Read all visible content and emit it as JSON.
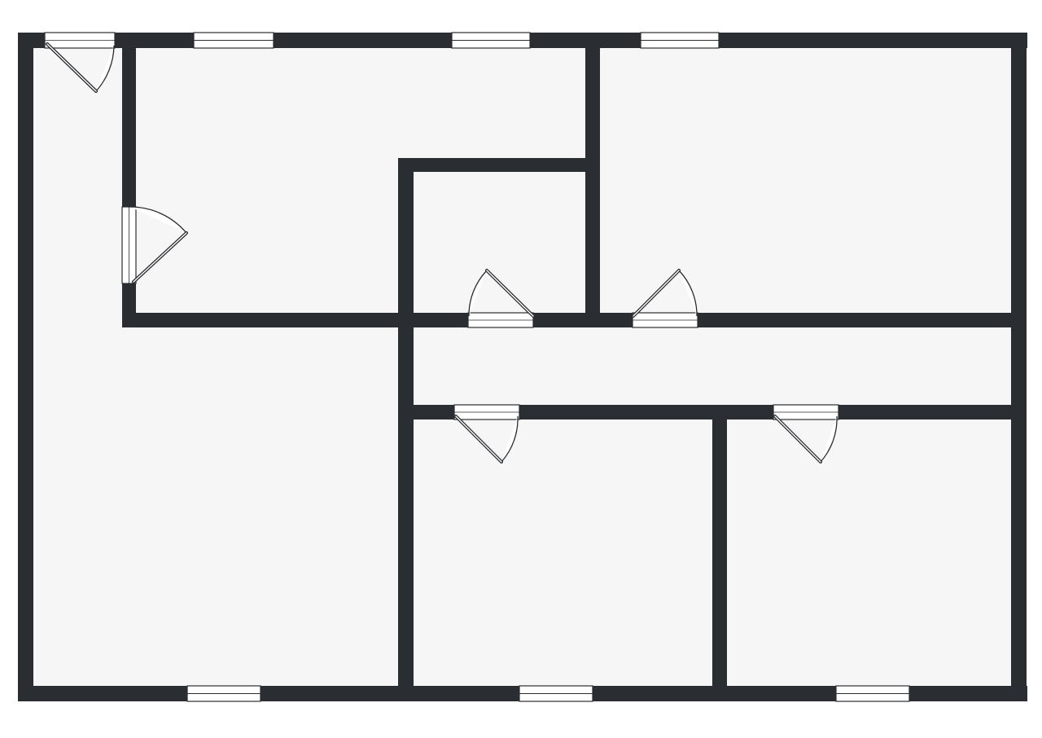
{
  "plan": {
    "colors": {
      "wall": "#2a2d31",
      "floor": "#f6f6f6",
      "background": "#ffffff",
      "opening_fill": "#ffffff",
      "opening_line": "#2a2d31"
    },
    "rooms": [
      {
        "id": "hall-room"
      },
      {
        "id": "top-left-room"
      },
      {
        "id": "closet-room"
      },
      {
        "id": "top-right-room"
      },
      {
        "id": "corridor"
      },
      {
        "id": "bottom-middle-room"
      },
      {
        "id": "bottom-right-room"
      }
    ],
    "windows": [
      {
        "id": "window-top-1"
      },
      {
        "id": "window-top-2"
      },
      {
        "id": "window-top-3"
      },
      {
        "id": "window-bottom-1"
      },
      {
        "id": "window-bottom-2"
      },
      {
        "id": "window-bottom-3"
      }
    ],
    "doors": [
      {
        "id": "entrance-door"
      },
      {
        "id": "left-room-door"
      },
      {
        "id": "closet-door"
      },
      {
        "id": "top-right-room-door"
      },
      {
        "id": "bottom-middle-room-door"
      },
      {
        "id": "bottom-right-room-door"
      }
    ]
  }
}
